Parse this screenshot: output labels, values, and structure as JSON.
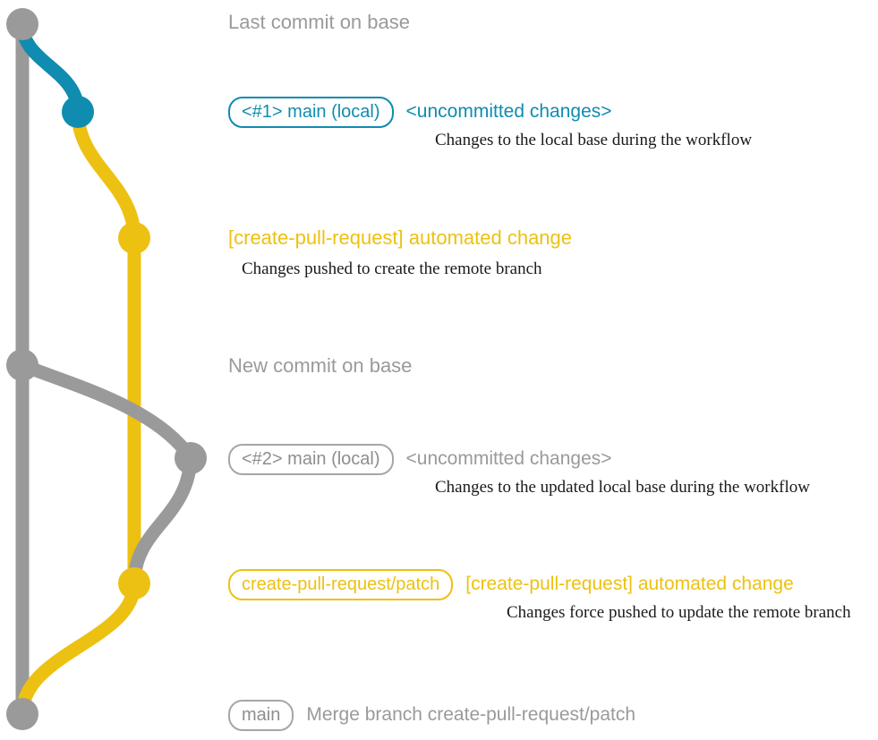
{
  "diagram": {
    "title": "git branch graph",
    "colors": {
      "base_gray": "#9a9a9a",
      "local_blue": "#0f8cb0",
      "remote_yellow": "#edc111",
      "description_text": "#1a1a1a",
      "background": "#ffffff"
    }
  },
  "commits": [
    {
      "id": "last-commit-on-base",
      "lane": "base",
      "color": "#9a9a9a",
      "badge": null,
      "subject": "Last commit on base",
      "description": null
    },
    {
      "id": "local-main-1",
      "lane": "local",
      "color": "#0f8cb0",
      "badge": "<#1> main (local)",
      "subject": "<uncommitted changes>",
      "description": "Changes to the local base during the workflow"
    },
    {
      "id": "automated-change-1",
      "lane": "remote",
      "color": "#edc111",
      "badge": null,
      "subject": "[create-pull-request] automated change",
      "description": "Changes pushed to create the remote branch"
    },
    {
      "id": "new-commit-on-base",
      "lane": "base",
      "color": "#9a9a9a",
      "badge": null,
      "subject": "New commit on base",
      "description": null
    },
    {
      "id": "local-main-2",
      "lane": "local",
      "color": "#9a9a9a",
      "badge": "<#2> main (local)",
      "subject": "<uncommitted changes>",
      "description": "Changes to the updated local base during the workflow"
    },
    {
      "id": "automated-change-2",
      "lane": "remote",
      "color": "#edc111",
      "badge": "create-pull-request/patch",
      "subject": "[create-pull-request] automated change",
      "description": "Changes force pushed to update the remote branch"
    },
    {
      "id": "merge-commit",
      "lane": "base",
      "color": "#9a9a9a",
      "badge": "main",
      "subject": "Merge branch create-pull-request/patch",
      "description": null
    }
  ]
}
